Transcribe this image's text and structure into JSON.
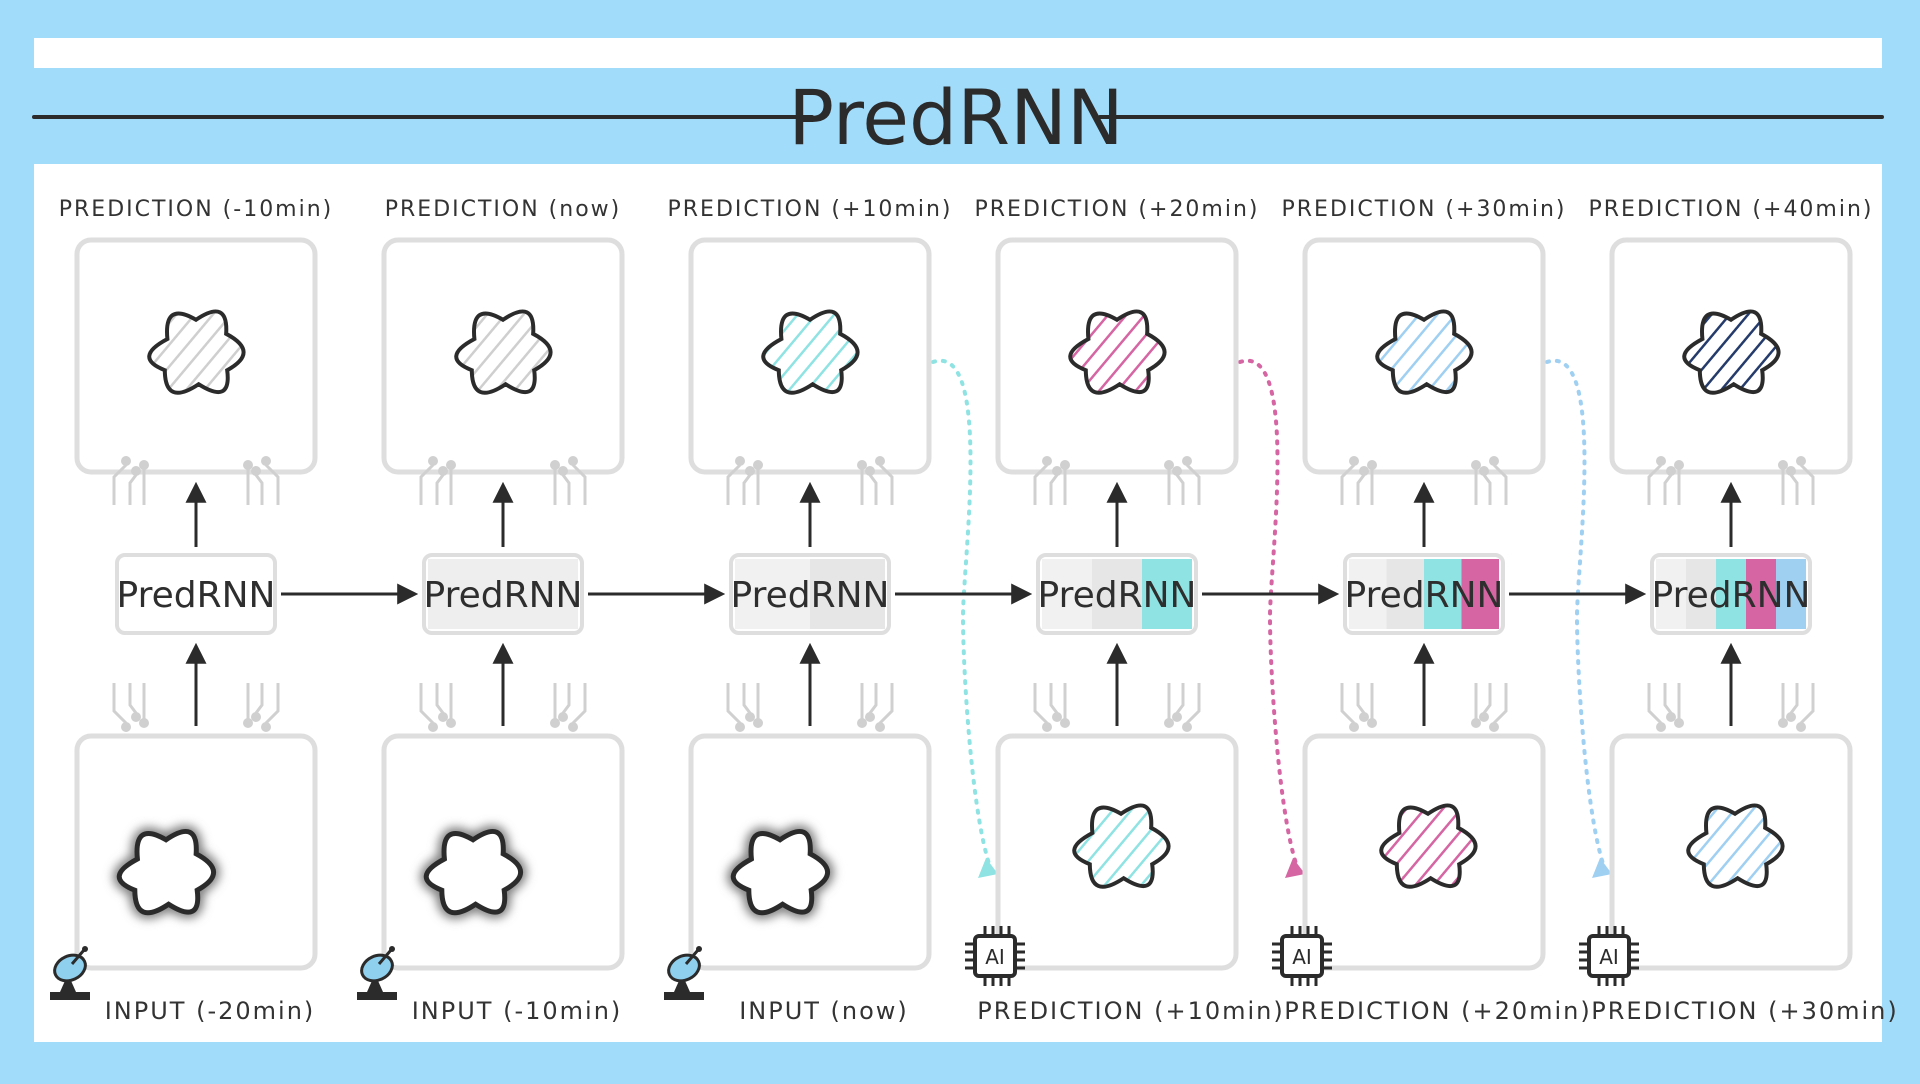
{
  "title": "PredRNN",
  "colors": {
    "background": "#a2dcfb",
    "panel": "#ffffff",
    "ink": "#2b2b2b",
    "grey_stroke": "#dedede",
    "cyan": "#8fe3e3",
    "pink": "#d565a3",
    "light_blue": "#9fd0f2",
    "navy": "#243b6b"
  },
  "columns": [
    {
      "top_label": "PREDICTION (-10min)",
      "top_cloud_color": "#cfcfcf",
      "block_label": "PredRNN",
      "block_fill": [],
      "bottom_label": "INPUT (-20min)",
      "bottom_icon": "satellite-dish-icon",
      "bottom_cloud": "input"
    },
    {
      "top_label": "PREDICTION (now)",
      "top_cloud_color": "#cfcfcf",
      "block_label": "PredRNN",
      "block_fill": [
        "#eeeeee"
      ],
      "bottom_label": "INPUT (-10min)",
      "bottom_icon": "satellite-dish-icon",
      "bottom_cloud": "input"
    },
    {
      "top_label": "PREDICTION (+10min)",
      "top_cloud_color": "#8fe3e3",
      "block_label": "PredRNN",
      "block_fill": [
        "#f1f1f1",
        "#e6e6e6"
      ],
      "bottom_label": "INPUT (now)",
      "bottom_icon": "satellite-dish-icon",
      "bottom_cloud": "input"
    },
    {
      "top_label": "PREDICTION (+20min)",
      "top_cloud_color": "#d565a3",
      "block_label": "PredRNN",
      "block_fill": [
        "#f1f1f1",
        "#e6e6e6",
        "#8fe3e3"
      ],
      "bottom_label": "PREDICTION (+10min)",
      "bottom_icon": "ai-chip-icon",
      "bottom_cloud": "#8fe3e3"
    },
    {
      "top_label": "PREDICTION (+30min)",
      "top_cloud_color": "#9fd0f2",
      "block_label": "PredRNN",
      "block_fill": [
        "#f1f1f1",
        "#e6e6e6",
        "#8fe3e3",
        "#d565a3"
      ],
      "bottom_label": "PREDICTION (+20min)",
      "bottom_icon": "ai-chip-icon",
      "bottom_cloud": "#d565a3"
    },
    {
      "top_label": "PREDICTION (+40min)",
      "top_cloud_color": "#243b6b",
      "block_label": "PredRNN",
      "block_fill": [
        "#f1f1f1",
        "#e6e6e6",
        "#8fe3e3",
        "#d565a3",
        "#9fd0f2"
      ],
      "bottom_label": "PREDICTION (+30min)",
      "bottom_icon": "ai-chip-icon",
      "bottom_cloud": "#9fd0f2"
    }
  ],
  "feedback_arrows": [
    {
      "from_column": 3,
      "to_column": 4,
      "color": "#8fe3e3"
    },
    {
      "from_column": 4,
      "to_column": 5,
      "color": "#d565a3"
    },
    {
      "from_column": 5,
      "to_column": 6,
      "color": "#9fd0f2"
    }
  ]
}
